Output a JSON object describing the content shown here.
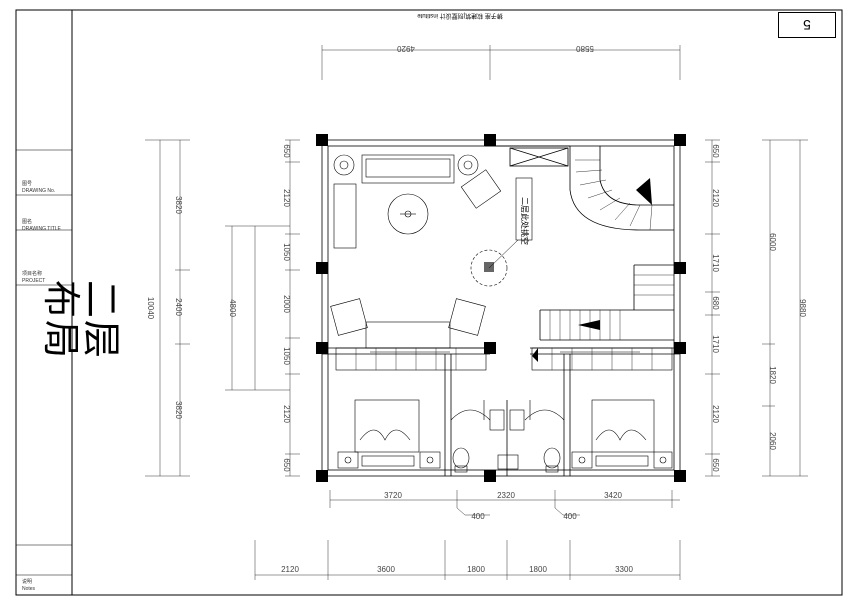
{
  "drawing": {
    "title": "二层布局",
    "page_number": "5",
    "header_text": "狮子座  软建筑|别墅设计  institute",
    "callout_note": "二层此处挑空",
    "title_block": {
      "project": "项目名称",
      "project_en": "PROJECT",
      "drawing_title": "图名",
      "drawing_title_en": "DRAWING TITLE",
      "drawing_no": "图号",
      "drawing_no_en": "DRAWING No.",
      "notes": "说明",
      "notes_en": "Notes"
    },
    "top_dims": [
      "4920",
      "5580"
    ],
    "left_inner_dims": [
      "650",
      "2120",
      "1050",
      "2000",
      "1050",
      "2120",
      "650"
    ],
    "left_outer_dims": [
      "3820",
      "2400",
      "3820"
    ],
    "left_total": "10040",
    "left_mid": "4800",
    "right_inner_dims": [
      "650",
      "2120",
      "1710",
      "680",
      "1710",
      "2120",
      "650"
    ],
    "right_mid_dims": [
      "6000",
      "1820",
      "2060"
    ],
    "right_total": "9880",
    "bottom_dims": [
      "3720",
      "2320",
      "3420"
    ],
    "bottom_small": [
      "400",
      "400"
    ],
    "bottom_outer_dims": [
      "2120",
      "3600",
      "1800",
      "1800",
      "3300"
    ]
  }
}
